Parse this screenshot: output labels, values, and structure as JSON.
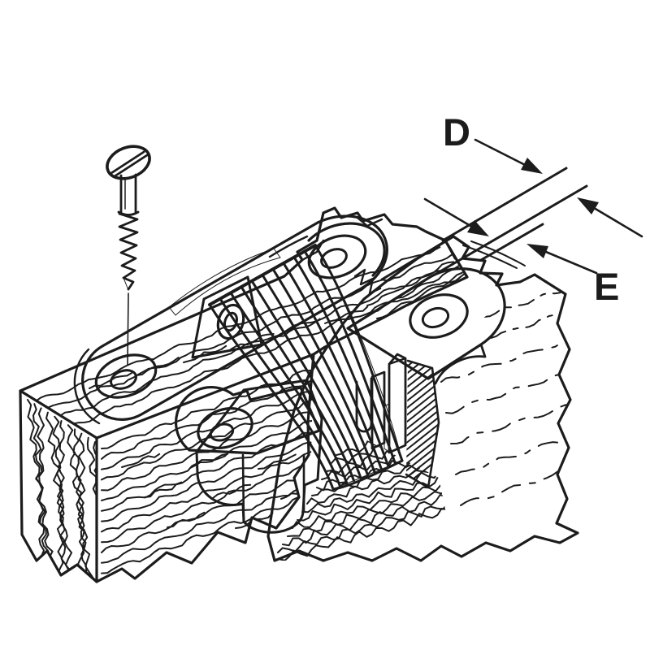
{
  "figure": {
    "type": "technical-line-illustration",
    "labels": {
      "d": "D",
      "e": "E"
    }
  },
  "colors": {
    "ink": "#1c1c1c",
    "paper": "#ffffff"
  }
}
